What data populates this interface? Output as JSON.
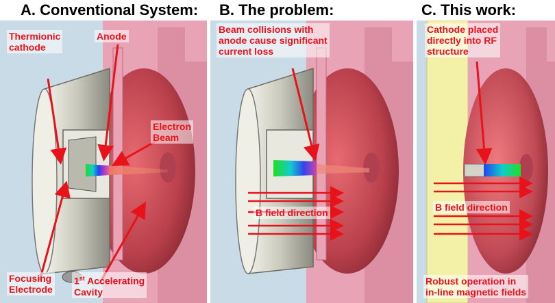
{
  "panels": [
    {
      "title": "A. Conventional System:",
      "labels": {
        "thermionic_cathode": [
          "Thermionic",
          "cathode"
        ],
        "anode": "Anode",
        "electron_beam": [
          "Electron",
          "Beam"
        ],
        "focusing_electrode": [
          "Focusing",
          "Electrode"
        ],
        "accelerating_cavity": [
          "1st Accelerating",
          "Cavity"
        ],
        "accelerating_cavity_parts": {
          "pre": "1",
          "sup": "st",
          "post": " Accelerating",
          "line2": "Cavity"
        }
      }
    },
    {
      "title": "B. The problem:",
      "labels": {
        "collisions": [
          "Beam collisions with",
          "anode cause significant",
          "current loss"
        ],
        "b_field": "B field direction"
      }
    },
    {
      "title": "C. This work:",
      "labels": {
        "cathode_placed": [
          "Cathode placed",
          "directly into RF",
          "structure"
        ],
        "b_field": "B field direction",
        "robust": [
          "Robust operation in",
          "in-line magnetic fields"
        ]
      }
    }
  ],
  "colors": {
    "arrow": "#e8121b",
    "background": "#c9dbe6",
    "pink_body": "#e9a3b6",
    "cavity": "#c84a55",
    "cathode_housing": "#c9c9bc",
    "yellow_plate": "#f3f0a8"
  }
}
